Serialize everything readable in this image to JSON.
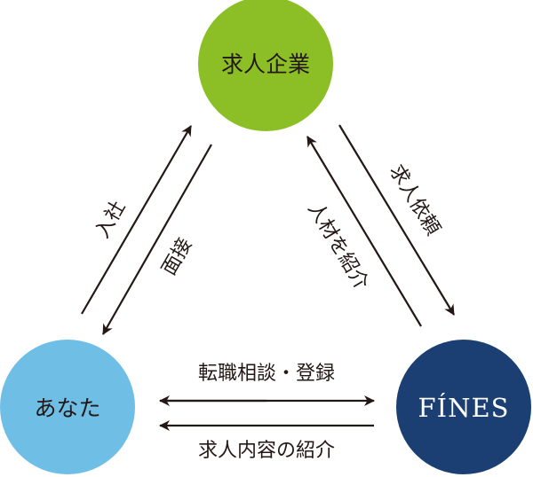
{
  "nodes": {
    "company": {
      "label": "求人企業",
      "color": "#8cbf26"
    },
    "you": {
      "label": "あなた",
      "color": "#6ebee6"
    },
    "agency": {
      "label": "FÍNES",
      "color": "#1b3f73"
    }
  },
  "edges": {
    "join": "入社",
    "interview": "面接",
    "talent_referral": "人材を紹介",
    "job_request": "求人依頼",
    "consultation": "転職相談・登録",
    "job_intro": "求人内容の紹介"
  }
}
